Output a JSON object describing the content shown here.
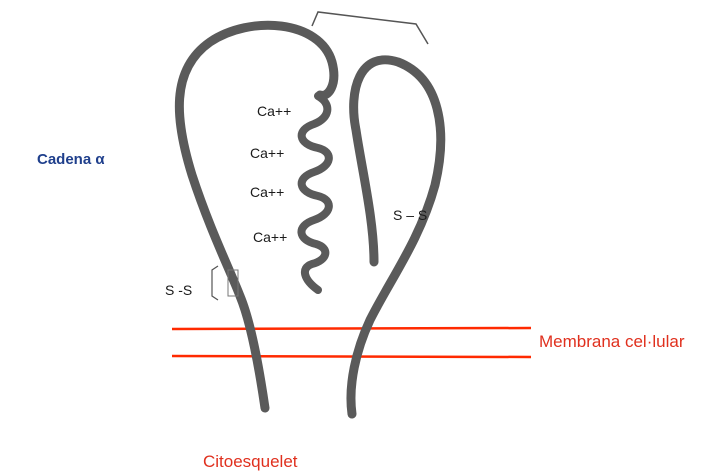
{
  "labels": {
    "chain": "Cadena α",
    "membrane": "Membrana cel·lular",
    "cytoskeleton": "Citoesquelet",
    "disulfide_right": "S – S",
    "disulfide_left": "S -S",
    "calcium": [
      "Ca++",
      "Ca++",
      "Ca++",
      "Ca++"
    ]
  },
  "colors": {
    "protein": "#5a5a5a",
    "membrane": "#ff2a00",
    "chain_label": "#1f3f8c",
    "red_label": "#e0301e"
  }
}
